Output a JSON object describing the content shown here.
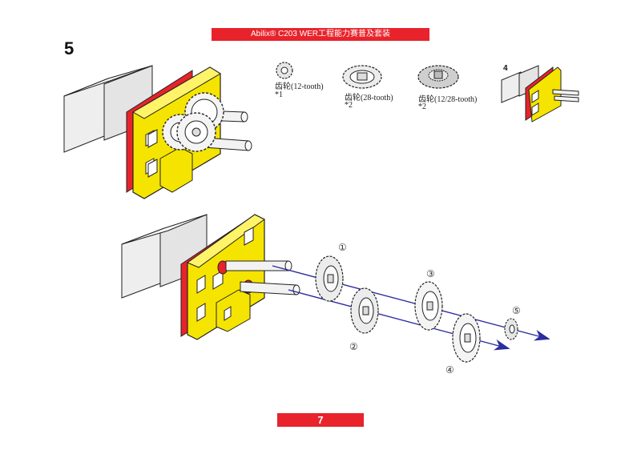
{
  "header": {
    "banner": "Abilix® C203 WER工程能力赛普及套装"
  },
  "step": {
    "number": "5",
    "sub_step": "4"
  },
  "legend": [
    {
      "label": "齿轮(12-tooth)",
      "qty": "*1",
      "icon": "gear-12-icon"
    },
    {
      "label": "齿轮(28-tooth)",
      "qty": "*2",
      "icon": "gear-28-icon"
    },
    {
      "label": "齿轮(12/28-tooth)",
      "qty": "*2",
      "icon": "gear-12-28-icon"
    }
  ],
  "callouts": [
    "①",
    "②",
    "③",
    "④",
    "⑤"
  ],
  "footer": {
    "page_number": "7"
  },
  "colors": {
    "accent": "#e8232b",
    "frame_yellow": "#f5e400",
    "arrow": "#2b2ca0"
  }
}
